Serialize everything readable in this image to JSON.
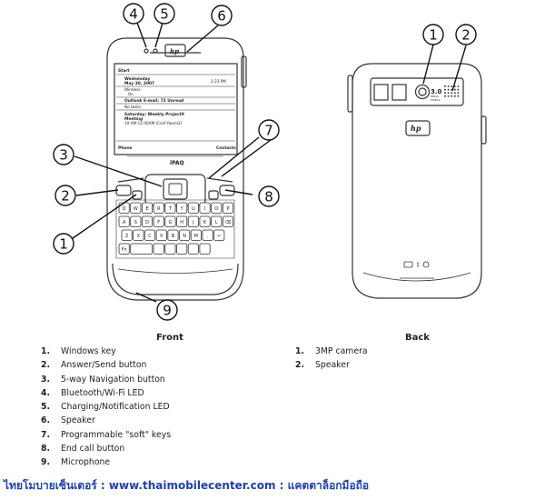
{
  "device": {
    "brand_logo": "hp",
    "front_screen": {
      "start": "Start",
      "time": "2:23 PM",
      "date_day": "Wednesday",
      "date": "May 30, 2007",
      "wireless": "Wireless",
      "wireless_state": "On",
      "outlook": "Outlook E-mail: 72 Unread",
      "tasks": "No tasks",
      "meeting_line1": "Saturday: Weekly ProjectX",
      "meeting_line2": "Meeting",
      "meeting_line3": "10 AM-11:00AM (Conf Room2)",
      "softkey_left": "Phone",
      "softkey_right": "Contacts"
    },
    "model_label": "iPAQ",
    "keyboard_rows": [
      [
        "Q",
        "W",
        "E",
        "R",
        "T",
        "Y",
        "U",
        "I",
        "O",
        "P"
      ],
      [
        "A",
        "S",
        "D",
        "F",
        "G",
        "H",
        "J",
        "K",
        "L",
        "⌫"
      ],
      [
        "Z",
        "X",
        "C",
        "V",
        "B",
        "N",
        "M",
        ".",
        "↵"
      ],
      [
        "Fn",
        "",
        "",
        "",
        "",
        "",
        ""
      ]
    ],
    "back_camera_text": [
      "3.0",
      "MEGA",
      "PIXELS"
    ]
  },
  "callouts": [
    "1",
    "2",
    "3",
    "4",
    "5",
    "6",
    "7",
    "8",
    "9"
  ],
  "back_callouts": [
    "1",
    "2"
  ],
  "front": {
    "title": "Front",
    "items": [
      {
        "num": "1.",
        "text": "Windows key"
      },
      {
        "num": "2.",
        "text": "Answer/Send button"
      },
      {
        "num": "3.",
        "text": "5-way Navigation button"
      },
      {
        "num": "4.",
        "text": "Bluetooth/Wi-Fi LED"
      },
      {
        "num": "5.",
        "text": "Charging/Notification LED"
      },
      {
        "num": "6.",
        "text": "Speaker"
      },
      {
        "num": "7.",
        "text": "Programmable \"soft\" keys"
      },
      {
        "num": "8.",
        "text": "End call button"
      },
      {
        "num": "9.",
        "text": "Microphone"
      }
    ]
  },
  "back": {
    "title": "Back",
    "items": [
      {
        "num": "1.",
        "text": "3MP camera"
      },
      {
        "num": "2.",
        "text": "Speaker"
      }
    ]
  },
  "footer": {
    "thai_left": "ไทยโมบายเซ็นเตอร์",
    "colon1": ":",
    "url": "www.thaimobilecenter.com",
    "colon2": ":",
    "thai_right": "แคตตาล็อกมือถือ"
  },
  "colors": {
    "outline": "#333333",
    "footer_text": "#1f3fb0",
    "background": "#ffffff"
  }
}
